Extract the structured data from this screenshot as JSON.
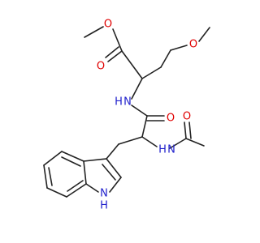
{
  "molecule": {
    "atom_labels": {
      "ester_carbonyl_o": "O",
      "ester_o": "O",
      "ether_o": "O",
      "amide_nh": "N",
      "amide_h": "H",
      "amide_o": "O",
      "acetamide_nh": "N",
      "acetamide_h": "H",
      "acetyl_o": "O",
      "indole_nh": "N",
      "indole_h": "H"
    },
    "colors": {
      "oxygen": "#e00000",
      "nitrogen": "#1f1fcc",
      "bond": "#222222"
    }
  }
}
